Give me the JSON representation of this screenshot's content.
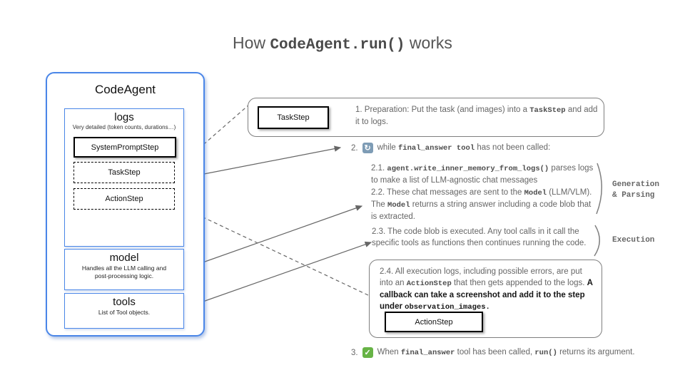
{
  "title": {
    "pre": "How ",
    "code": "CodeAgent.run()",
    "post": " works"
  },
  "agent_panel": {
    "title": "CodeAgent",
    "logs": {
      "title": "logs",
      "subtitle": "Very detailed (token counts, durations…)",
      "steps": [
        "SystemPromptStep",
        "TaskStep",
        "ActionStep"
      ]
    },
    "model": {
      "title": "model",
      "subtitle": "Handles all the LLM calling and post-processing logic."
    },
    "tools": {
      "title": "tools",
      "subtitle": "List of Tool objects."
    }
  },
  "flow": {
    "step1": {
      "chip": "TaskStep",
      "seg": [
        "1.  Preparation: Put the task (and images) into a ",
        "TaskStep",
        " and add it to logs."
      ]
    },
    "step2": {
      "num": "2.",
      "seg": [
        "while ",
        "final_answer tool",
        " has not been called:"
      ]
    },
    "s21": {
      "seg": [
        "2.1. ",
        "agent.write_inner_memory_from_logs()",
        "  parses logs to make a list of LLM-agnostic chat messages"
      ]
    },
    "s22": {
      "seg": [
        "2.2. These chat messages are sent to the ",
        "Model",
        " (LLM/VLM). The ",
        "Model",
        "  returns a string answer including a code blob that is extracted."
      ]
    },
    "s23": {
      "seg": [
        "2.3. The code blob is executed. Any tool calls in it call the specific tools as functions then continues running the code."
      ]
    },
    "s24": {
      "chip": "ActionStep",
      "seg": [
        "2.4. All execution logs, including possible errors, are put into an ",
        "ActionStep",
        " that then gets appended to the logs. ",
        "A callback can  take a screenshot and add it to the step under ",
        "observation_images."
      ]
    },
    "step3": {
      "num": "3.",
      "seg": [
        "When ",
        "final_answer",
        " tool has been called, ",
        "run()",
        " returns its argument."
      ]
    },
    "labels": {
      "gen1": "Generation",
      "gen2": "& Parsing",
      "exec": "Execution"
    }
  },
  "icons": {
    "loop_glyph": "↻",
    "check_glyph": "✓"
  },
  "colors": {
    "panel_blue": "#4a86e8",
    "arrow_gray": "#666666",
    "body_text": "#666666",
    "dark_text": "#161616",
    "loop_icon_bg": "#7e9cb5",
    "check_icon_bg": "#67b346"
  }
}
